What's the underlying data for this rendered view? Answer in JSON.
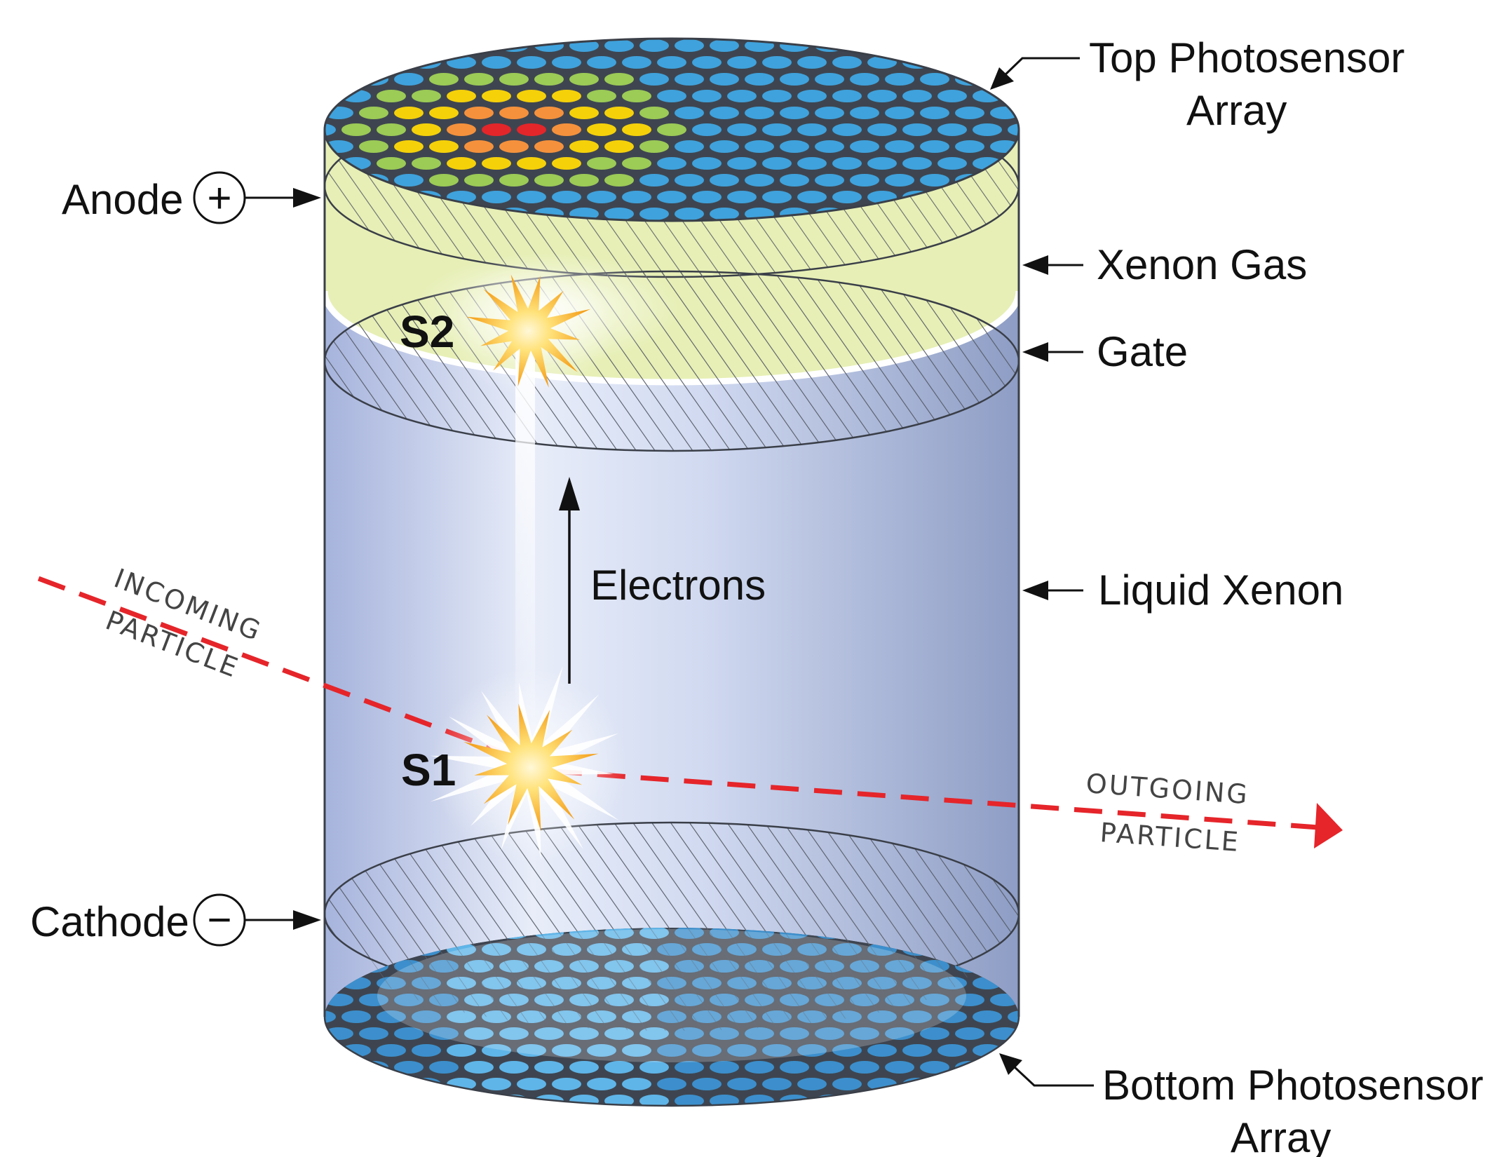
{
  "labels": {
    "top_array_line1": "Top Photosensor",
    "top_array_line2": "Array",
    "anode": "Anode",
    "xenon_gas": "Xenon Gas",
    "gate": "Gate",
    "liquid_xenon": "Liquid Xenon",
    "electrons": "Electrons",
    "cathode": "Cathode",
    "bottom_array_line1": "Bottom Photosensor",
    "bottom_array_line2": "Array",
    "s1": "S1",
    "s2": "S2",
    "incoming_line1": "INCOMING",
    "incoming_line2": "PARTICLE",
    "outgoing_line1": "OUTGOING",
    "outgoing_line2": "PARTICLE",
    "anode_symbol": "+",
    "cathode_symbol": "−"
  },
  "colors": {
    "sensor_blue": "#3fa2dc",
    "sensor_green": "#9ccb56",
    "sensor_yellow": "#f5d10a",
    "sensor_orange": "#f5913c",
    "sensor_red": "#e3262a",
    "array_grid": "#3e4550",
    "xenon_gas": "#e7efb6",
    "liquid_xenon": "#b7c4e3",
    "particle_track": "#e5252a",
    "flash_core": "#ffe27a",
    "flash_outer": "#f4a11a"
  },
  "top_array_hotspot": {
    "levels": [
      "red",
      "orange",
      "yellow",
      "green",
      "blue"
    ]
  }
}
